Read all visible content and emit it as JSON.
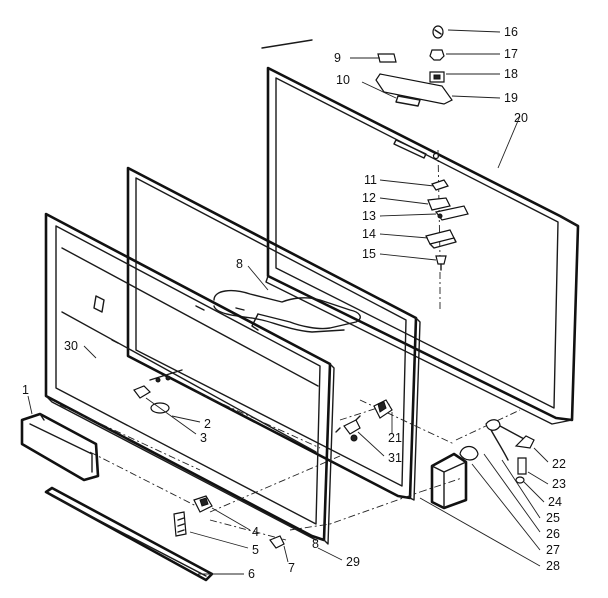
{
  "callouts": {
    "c1": "1",
    "c2": "2",
    "c3": "3",
    "c4": "4",
    "c5": "5",
    "c6": "6",
    "c7": "7",
    "c8a": "8",
    "c8b": "8",
    "c9": "9",
    "c10": "10",
    "c11": "11",
    "c12": "12",
    "c13": "13",
    "c14": "14",
    "c15": "15",
    "c16": "16",
    "c17": "17",
    "c18": "18",
    "c19": "19",
    "c20": "20",
    "c21": "21",
    "c22": "22",
    "c23": "23",
    "c24": "24",
    "c25": "25",
    "c26": "26",
    "c27": "27",
    "c28": "28",
    "c29": "29",
    "c30": "30",
    "c31": "31"
  }
}
